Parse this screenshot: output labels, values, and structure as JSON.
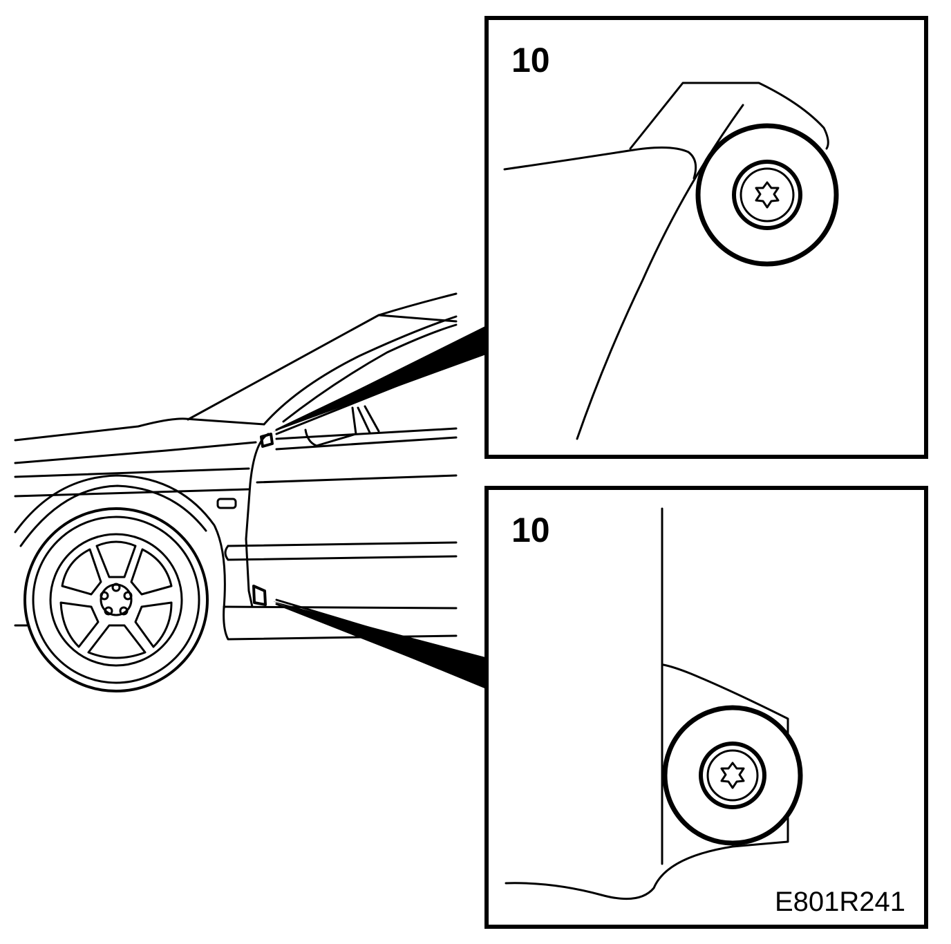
{
  "figure": {
    "callout_top": {
      "number": "10"
    },
    "callout_bottom": {
      "number": "10"
    },
    "reference_code": "E801R241"
  }
}
